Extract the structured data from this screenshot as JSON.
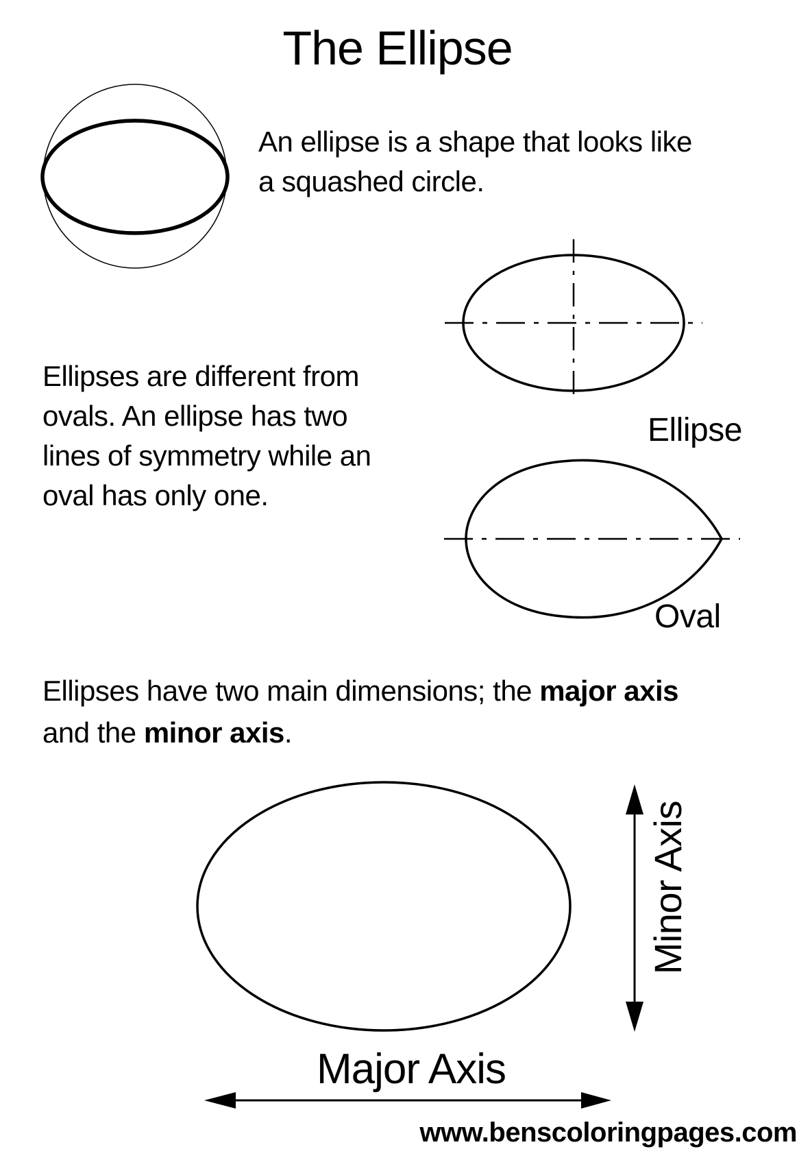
{
  "title": "The Ellipse",
  "intro": {
    "line1": "An ellipse is a shape that looks like",
    "line2": "a squashed circle."
  },
  "comparison": {
    "line1": "Ellipses are different from",
    "line2": "ovals. An ellipse has two",
    "line3": "lines of symmetry while an",
    "line4": "oval has only one."
  },
  "dimensions": {
    "line1_normal": "Ellipses have two main dimensions; the ",
    "line1_bold": "major axis",
    "line2_normal": "and the ",
    "line2_bold": "minor axis",
    "line2_end": "."
  },
  "labels": {
    "ellipse": "Ellipse",
    "oval": "Oval"
  },
  "axes": {
    "minor": "Minor Axis",
    "major": "Major Axis"
  },
  "footer": {
    "url": "www.benscoloringpages.com"
  },
  "colors": {
    "ink": "#000000",
    "background": "#ffffff"
  }
}
